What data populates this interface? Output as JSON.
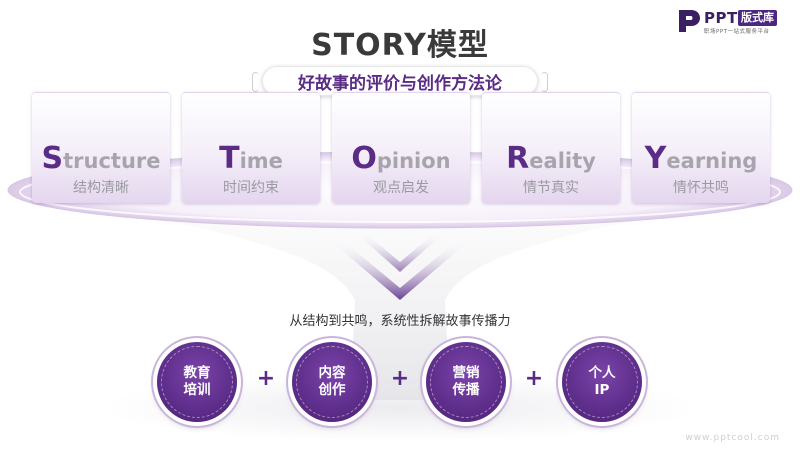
{
  "title": "STORY模型",
  "subtitle": "好故事的评价与创作方法论",
  "logo": {
    "brand": "PPT",
    "badge": "版式库",
    "tagline": "职场PPT一站式服务平台",
    "icon": "ppt-logo-icon",
    "color": "#3b1f63"
  },
  "cards": [
    {
      "initial": "S",
      "rest": "tructure",
      "sub": "结构清晰"
    },
    {
      "initial": "T",
      "rest": "ime",
      "sub": "时间约束"
    },
    {
      "initial": "O",
      "rest": "pinion",
      "sub": "观点启发"
    },
    {
      "initial": "R",
      "rest": "eality",
      "sub": "情节真实"
    },
    {
      "initial": "Y",
      "rest": "earning",
      "sub": "情怀共鸣"
    }
  ],
  "tagline": "从结构到共鸣，系统性拆解故事传播力",
  "circles": [
    {
      "line1": "教育",
      "line2": "培训"
    },
    {
      "line1": "内容",
      "line2": "创作"
    },
    {
      "line1": "营销",
      "line2": "传播"
    },
    {
      "line1": "个人",
      "line2": "IP"
    }
  ],
  "plus_sign": "+",
  "watermark": "www.pptcool.com",
  "colors": {
    "accent": "#5a2c86",
    "title": "#3a3a3a",
    "card_text": "#a8a4ad"
  }
}
